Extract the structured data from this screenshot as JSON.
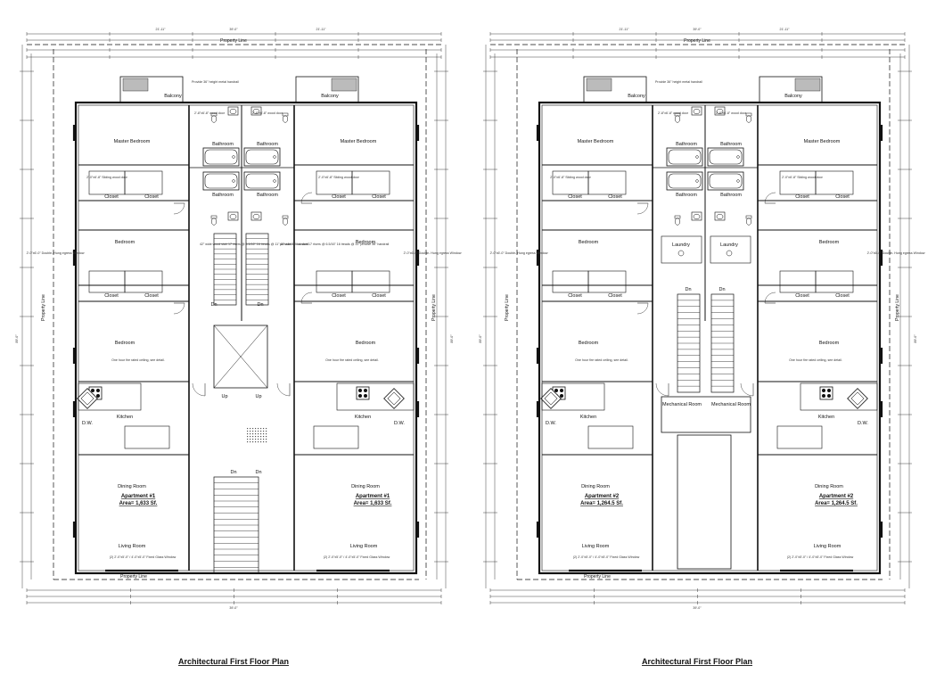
{
  "sheet": {
    "plans": [
      {
        "title": "Architectural First Floor Plan",
        "property_line_top": "Property Line",
        "property_line_bottom": "Property Line",
        "property_line_side": "Property Line",
        "balcony": "Balcony",
        "balcony_note": "Provide 36\" height metal handrail",
        "master_bedroom": "Master Bedroom",
        "bathroom": "Bathroom",
        "closet": "Closet",
        "bedroom": "Bedroom",
        "kitchen": "Kitchen",
        "dining_room": "Dining Room",
        "living_room": "Living Room",
        "apartment": "Apartment #1",
        "area": "Area= 1,633 Sf.",
        "window_note": "2'-0\"x6'-0\" Double- Hung egress Window",
        "fixed_window": "(2) 2'-0\"x5'-0\" / 4'-0\"x5'-0\" Fixed Glass Window",
        "fire_note": "One hour fire rated ceiling, see detail.",
        "stair_note": "42\" wide wood stair 17 risers @ 6.5/16\" 16 treads @ 11\" provide 36\" handrail",
        "up": "Up",
        "dn": "Dn",
        "dw": "D.W.",
        "sliding_door": "2'-0\"x6'-8\" Sliding wood door",
        "wood_door": "2'-8\"x6'-8\" wood door",
        "dim_total": "39'-0\"",
        "dim_depth": "89'-0\"",
        "dim_side": "21'-11\""
      },
      {
        "title": "Architectural First Floor Plan",
        "property_line_top": "Property Line",
        "property_line_bottom": "Property Line",
        "property_line_side": "Property Line",
        "balcony": "Balcony",
        "balcony_note": "Provide 36\" height metal handrail",
        "master_bedroom": "Master Bedroom",
        "bathroom": "Bathroom",
        "closet": "Closet",
        "bedroom": "Bedroom",
        "kitchen": "Kitchen",
        "dining_room": "Dining Room",
        "living_room": "Living Room",
        "laundry": "Laundry",
        "mechanical_room": "Mechanical Room",
        "apartment": "Apartment #2",
        "area": "Area= 1,264.5 Sf.",
        "window_note": "2'-0\"x6'-0\" Double- Hung egress Window",
        "fixed_window": "(2) 2'-0\"x5'-0\" / 4'-0\"x5'-0\" Fixed Glass Window",
        "fire_note": "One hour fire rated ceiling, see detail.",
        "dn": "Dn",
        "dw": "D.W.",
        "sliding_door": "2'-0\"x6'-8\" Sliding wood door",
        "wood_door": "2'-8\"x6'-8\" wood door",
        "dim_total": "39'-0\"",
        "dim_depth": "89'-0\"",
        "dim_side": "21'-11\""
      }
    ]
  }
}
